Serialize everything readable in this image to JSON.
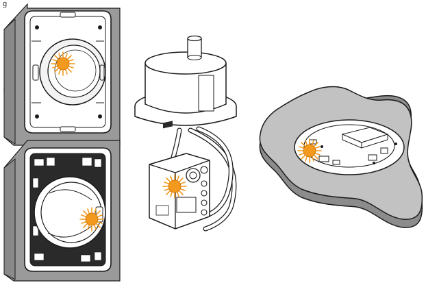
{
  "caption": "g",
  "colors": {
    "outline": "#1a1a1a",
    "wall_gray": "#9a9a9a",
    "wall_light": "#cfcfcf",
    "floor_fill": "#c2c2c2",
    "floor_side": "#8c8c8c",
    "led_fill": "#f39a1e",
    "led_ray": "#f39a1e",
    "plastic": "#ffffff"
  },
  "icons": [
    "wall-switch-unit",
    "wall-dimmer-unit",
    "ceiling-light-box",
    "micromodule",
    "ceiling-detector"
  ]
}
